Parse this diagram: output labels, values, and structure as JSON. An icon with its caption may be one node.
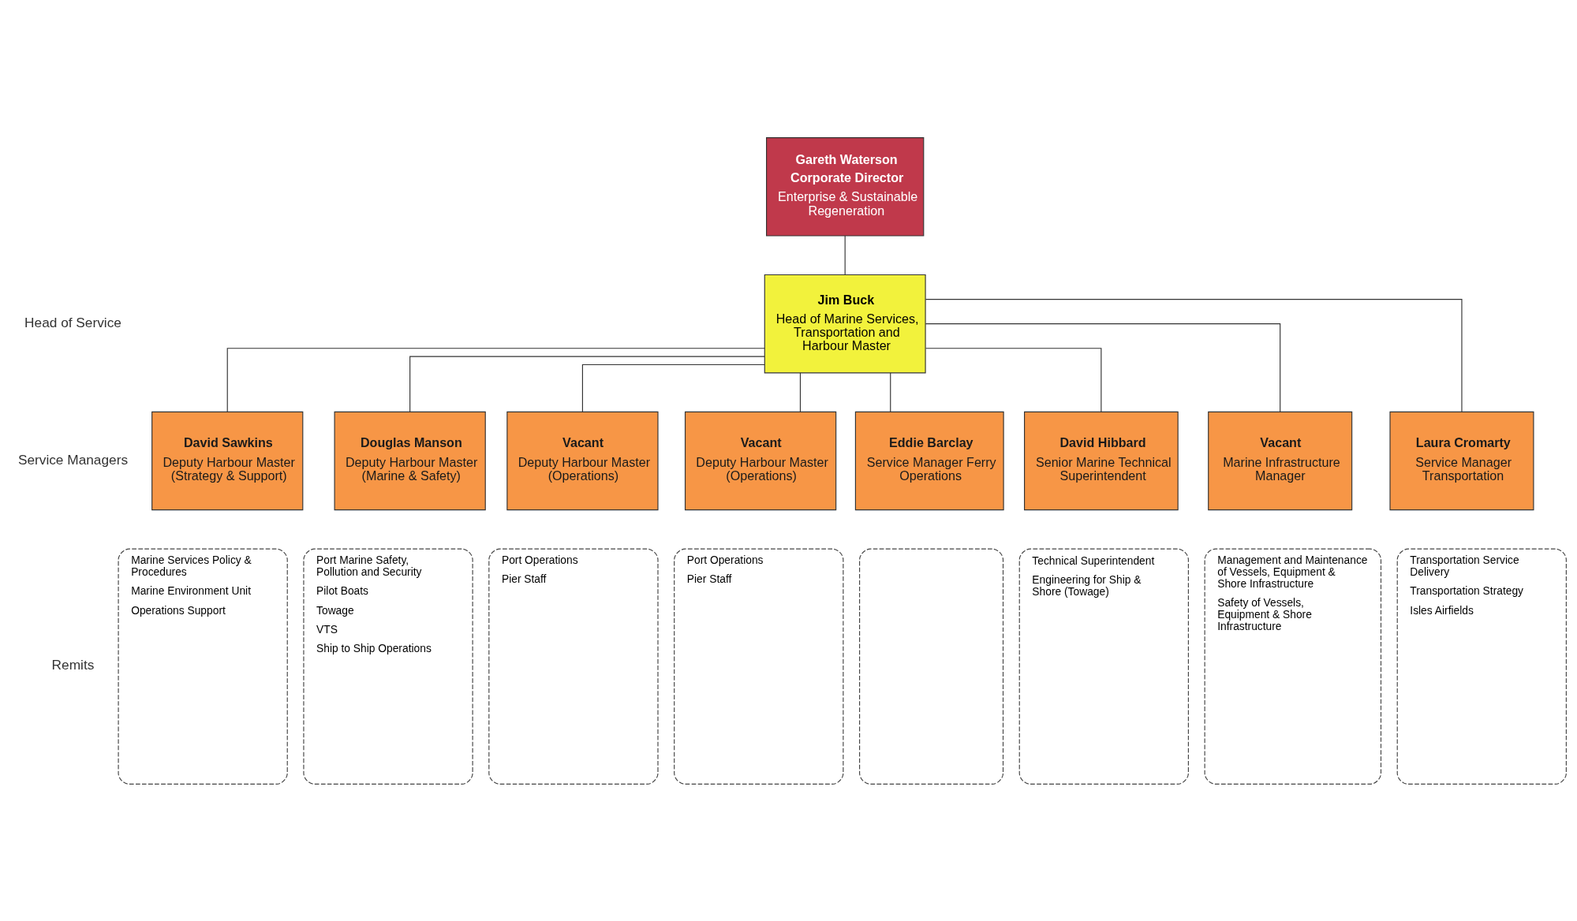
{
  "diagram": {
    "nodes": [
      {
        "text": [
          "Gareth Waterson",
          "Corporate Director",
          "Enterprise & Sustainable Regeneration"
        ]
      },
      {
        "text": [
          "Jim Buck",
          "Head of Marine Services, Transportation and Harbour Master"
        ]
      },
      {
        "text": [
          "David Sawkins",
          "Deputy Harbour Master (Strategy & Support)"
        ]
      },
      {
        "text": [
          "Douglas Manson",
          "Deputy Harbour Master (Marine & Safety)"
        ]
      },
      {
        "text": [
          "Vacant",
          "Deputy Harbour Master (Operations)"
        ]
      },
      {
        "text": [
          "Vacant",
          "Deputy Harbour Master (Operations)"
        ]
      },
      {
        "text": [
          "Eddie Barclay",
          "Service Manager Ferry Operations"
        ]
      },
      {
        "text": [
          "David Hibbard",
          "Senior Marine Technical Superintendent"
        ]
      },
      {
        "text": [
          "Vacant",
          "Marine Infrastructure Manager"
        ]
      },
      {
        "text": [
          "Laura Cromarty",
          "Service Manager Transportation"
        ]
      },
      {
        "text": [
          "Marine Services Policy & Procedures",
          "Marine Environment Unit",
          "Operations Support"
        ]
      },
      {
        "text": [
          "Port Marine Safety, Pollution and Security",
          "Pilot Boats",
          "Towage",
          "VTS",
          "Ship to Ship Operations"
        ]
      },
      {
        "text": [
          "Port Operations",
          "Pier Staff"
        ]
      },
      {
        "text": [
          "Port Operations",
          "Pier Staff"
        ]
      },
      {
        "text": [],
        "shape": "box"
      },
      {
        "text": [
          "Technical Superintendent",
          "Engineering for Ship & Shore (Towage)"
        ]
      },
      {
        "text": [
          "Management and Maintenance of Vessels, Equipment & Shore Infrastructure",
          "Safety of Vessels, Equipment & Shore Infrastructure"
        ]
      },
      {
        "text": [
          "Transportation Service Delivery",
          "Transportation Strategy",
          "Isles Airfields"
        ]
      }
    ],
    "edges": [
      {
        "from": 0,
        "to": 1,
        "arrow": "none"
      },
      {
        "from": 1,
        "to": 2,
        "arrow": "none"
      },
      {
        "from": 1,
        "to": 3,
        "arrow": "none"
      },
      {
        "from": 1,
        "to": 4,
        "arrow": "none"
      },
      {
        "from": 1,
        "to": 5,
        "arrow": "none"
      },
      {
        "from": 1,
        "to": 6,
        "arrow": "none"
      },
      {
        "from": 1,
        "to": 7,
        "arrow": "none"
      },
      {
        "from": 1,
        "to": 8,
        "arrow": "none"
      },
      {
        "from": 1,
        "to": 9,
        "arrow": "none"
      }
    ],
    "labels": [
      "Head of Service",
      "Service Managers",
      "Remits"
    ]
  }
}
